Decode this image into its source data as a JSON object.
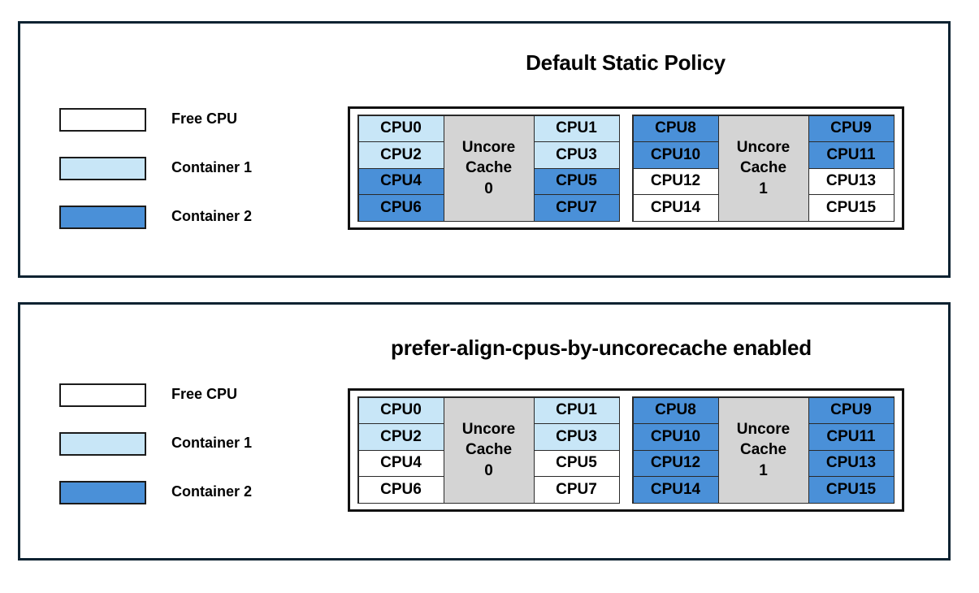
{
  "colors": {
    "panel_border": "#0c2231",
    "free_cpu": "#ffffff",
    "container1": "#c8e6f7",
    "container2": "#4a90d8",
    "uncore_cache": "#d4d4d4",
    "cell_border": "#2a2a2a",
    "text": "#000000"
  },
  "panels": [
    {
      "title": "Default Static Policy",
      "legend": [
        {
          "label": "Free CPU",
          "fill": "free"
        },
        {
          "label": "Container 1",
          "fill": "c1"
        },
        {
          "label": "Container 2",
          "fill": "c2"
        }
      ],
      "groups": [
        {
          "cache_line1": "Uncore",
          "cache_line2": "Cache",
          "cache_line3": "0",
          "left_column": [
            {
              "label": "CPU0",
              "fill": "c1"
            },
            {
              "label": "CPU2",
              "fill": "c1"
            },
            {
              "label": "CPU4",
              "fill": "c2"
            },
            {
              "label": "CPU6",
              "fill": "c2"
            }
          ],
          "right_column": [
            {
              "label": "CPU1",
              "fill": "c1"
            },
            {
              "label": "CPU3",
              "fill": "c1"
            },
            {
              "label": "CPU5",
              "fill": "c2"
            },
            {
              "label": "CPU7",
              "fill": "c2"
            }
          ]
        },
        {
          "cache_line1": "Uncore",
          "cache_line2": "Cache",
          "cache_line3": "1",
          "left_column": [
            {
              "label": "CPU8",
              "fill": "c2"
            },
            {
              "label": "CPU10",
              "fill": "c2"
            },
            {
              "label": "CPU12",
              "fill": "free"
            },
            {
              "label": "CPU14",
              "fill": "free"
            }
          ],
          "right_column": [
            {
              "label": "CPU9",
              "fill": "c2"
            },
            {
              "label": "CPU11",
              "fill": "c2"
            },
            {
              "label": "CPU13",
              "fill": "free"
            },
            {
              "label": "CPU15",
              "fill": "free"
            }
          ]
        }
      ]
    },
    {
      "title": "prefer-align-cpus-by-uncorecache enabled",
      "legend": [
        {
          "label": "Free CPU",
          "fill": "free"
        },
        {
          "label": "Container 1",
          "fill": "c1"
        },
        {
          "label": "Container 2",
          "fill": "c2"
        }
      ],
      "groups": [
        {
          "cache_line1": "Uncore",
          "cache_line2": "Cache",
          "cache_line3": "0",
          "left_column": [
            {
              "label": "CPU0",
              "fill": "c1"
            },
            {
              "label": "CPU2",
              "fill": "c1"
            },
            {
              "label": "CPU4",
              "fill": "free"
            },
            {
              "label": "CPU6",
              "fill": "free"
            }
          ],
          "right_column": [
            {
              "label": "CPU1",
              "fill": "c1"
            },
            {
              "label": "CPU3",
              "fill": "c1"
            },
            {
              "label": "CPU5",
              "fill": "free"
            },
            {
              "label": "CPU7",
              "fill": "free"
            }
          ]
        },
        {
          "cache_line1": "Uncore",
          "cache_line2": "Cache",
          "cache_line3": "1",
          "left_column": [
            {
              "label": "CPU8",
              "fill": "c2"
            },
            {
              "label": "CPU10",
              "fill": "c2"
            },
            {
              "label": "CPU12",
              "fill": "c2"
            },
            {
              "label": "CPU14",
              "fill": "c2"
            }
          ],
          "right_column": [
            {
              "label": "CPU9",
              "fill": "c2"
            },
            {
              "label": "CPU11",
              "fill": "c2"
            },
            {
              "label": "CPU13",
              "fill": "c2"
            },
            {
              "label": "CPU15",
              "fill": "c2"
            }
          ]
        }
      ]
    }
  ]
}
